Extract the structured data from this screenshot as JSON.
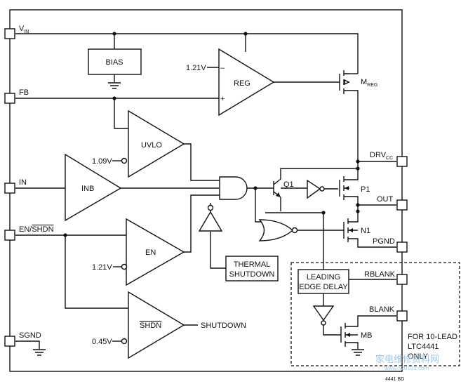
{
  "pins": {
    "vin": "V",
    "vin_sub": "IN",
    "fb": "FB",
    "in": "IN",
    "en_prefix": "EN/",
    "en_bar": "SHDN",
    "sgnd": "SGND",
    "drvcc": "DRV",
    "drvcc_sub": "CC",
    "out": "OUT",
    "pgnd": "PGND",
    "rblank": "RBLANK",
    "blank": "BLANK"
  },
  "blocks": {
    "bias": "BIAS",
    "reg": "REG",
    "uvlo": "UVLO",
    "inb": "INB",
    "en": "EN",
    "shdn": "SHDN",
    "thermal_1": "THERMAL",
    "thermal_2": "SHUTDOWN",
    "leading_1": "LEADING",
    "leading_2": "EDGE DELAY"
  },
  "voltages": {
    "reg_ref": "1.21V",
    "uvlo_ref": "1.09V",
    "en_ref": "1.21V",
    "shdn_ref": "0.45V"
  },
  "devices": {
    "mreg": "M",
    "mreg_sub": "REG",
    "q1": "Q1",
    "p1": "P1",
    "n1": "N1",
    "mb": "MB"
  },
  "signals": {
    "shutdown": "SHUTDOWN",
    "reg_minus": "–",
    "reg_plus": "+"
  },
  "notes": {
    "option_1": "FOR 10-LEAD",
    "option_2": "LTC4441",
    "option_3": "ONLY",
    "figure_id": "4441 BD",
    "watermark_1": "家电维修资料网",
    "watermark_2": "www.520101.com"
  }
}
